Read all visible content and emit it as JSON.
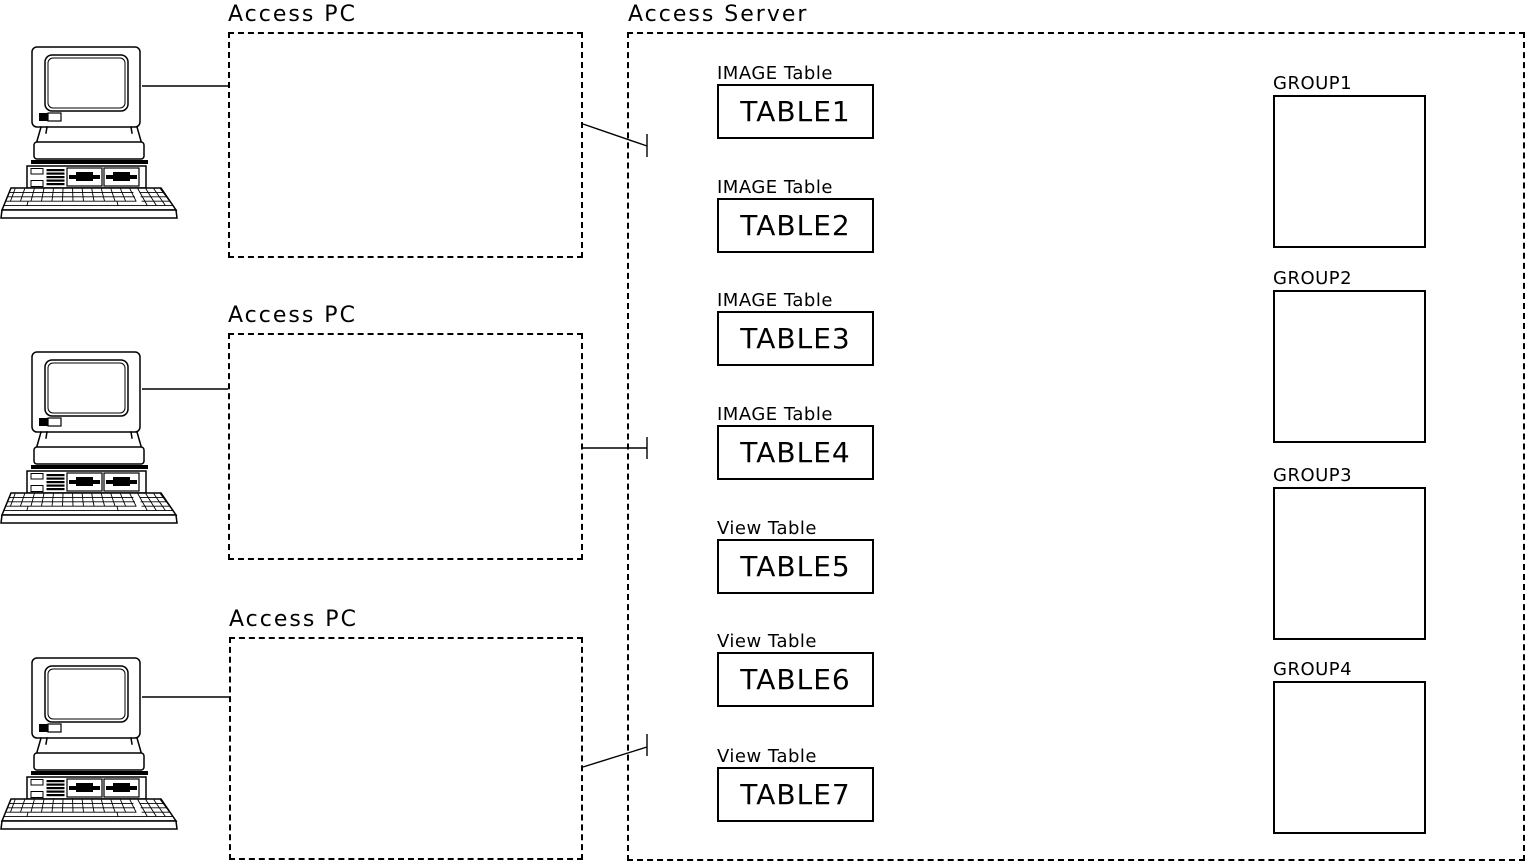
{
  "colors": {
    "background": "#ffffff",
    "line": "#000000"
  },
  "access_pcs": [
    {
      "label": "Access PC",
      "icon": "desktop-computer-icon"
    },
    {
      "label": "Access PC",
      "icon": "desktop-computer-icon"
    },
    {
      "label": "Access PC",
      "icon": "desktop-computer-icon"
    }
  ],
  "access_server": {
    "label": "Access Server",
    "tables": [
      {
        "type_label": "IMAGE Table",
        "name": "TABLE1"
      },
      {
        "type_label": "IMAGE Table",
        "name": "TABLE2"
      },
      {
        "type_label": "IMAGE Table",
        "name": "TABLE3"
      },
      {
        "type_label": "IMAGE Table",
        "name": "TABLE4"
      },
      {
        "type_label": "View Table",
        "name": "TABLE5"
      },
      {
        "type_label": "View Table",
        "name": "TABLE6"
      },
      {
        "type_label": "View Table",
        "name": "TABLE7"
      }
    ],
    "groups": [
      {
        "label": "GROUP1"
      },
      {
        "label": "GROUP2"
      },
      {
        "label": "GROUP3"
      },
      {
        "label": "GROUP4"
      }
    ]
  }
}
